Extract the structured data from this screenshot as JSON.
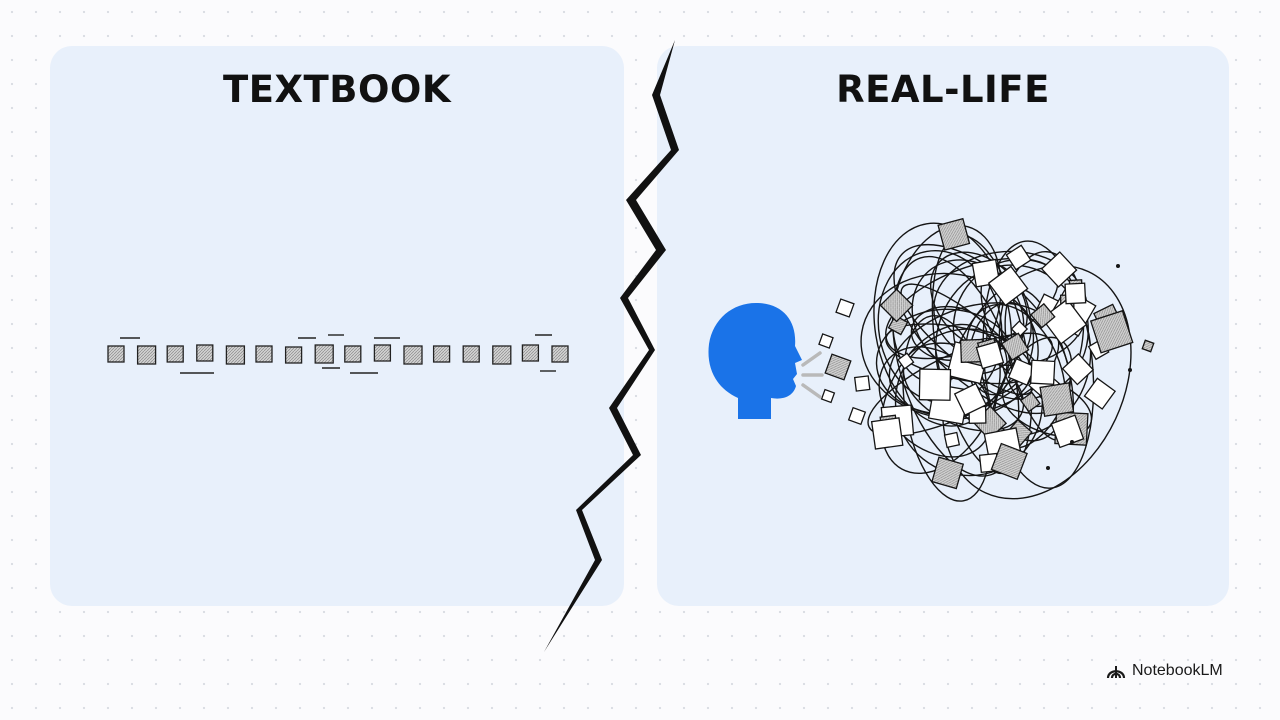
{
  "panels": {
    "left": {
      "title": "TEXTBOOK"
    },
    "right": {
      "title": "REAL-LIFE"
    }
  },
  "icons": {
    "head": "speaking-head-icon",
    "divider": "lightning-crack",
    "brand": "notebooklm-logo-icon"
  },
  "colors": {
    "panel_background": "#e8f0fb",
    "head_blue": "#1a73e8",
    "ink": "#111111",
    "tile_fill": "#cfcfcf"
  },
  "footer": {
    "brand": "NotebookLM"
  }
}
